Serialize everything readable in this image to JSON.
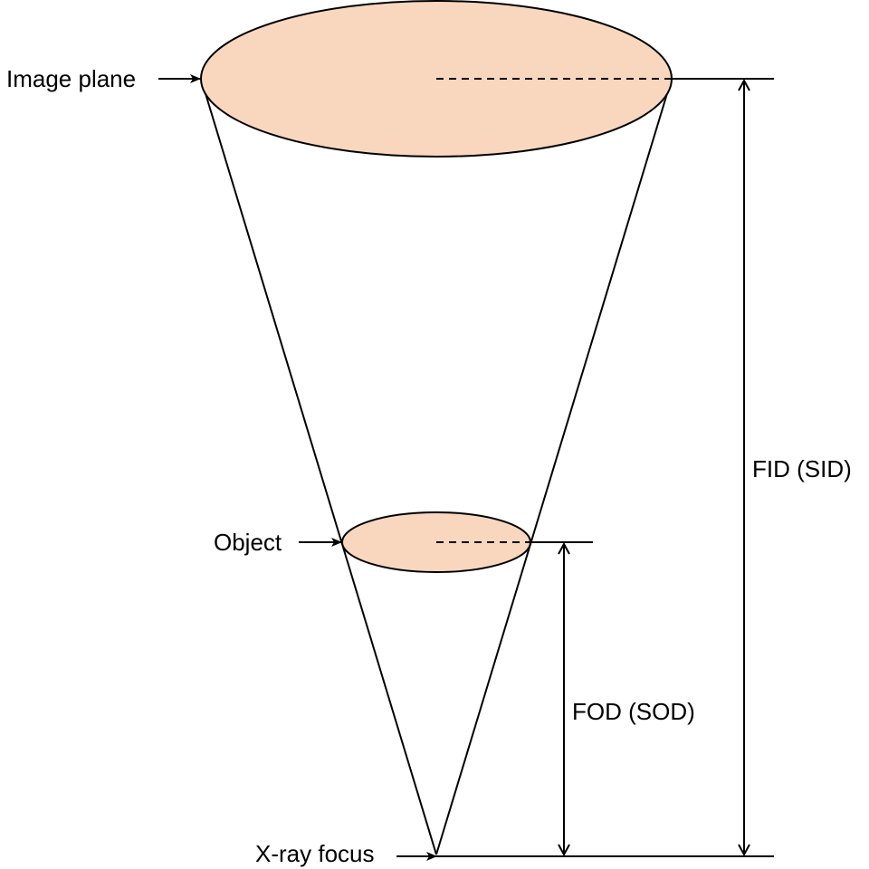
{
  "diagram": {
    "fill_color": "#f9d7bf",
    "stroke_color": "#000000",
    "labels": {
      "image_plane": "Image plane",
      "object": "Object",
      "xray_focus": "X-ray focus",
      "fid": "FID (SID)",
      "fod": "FOD (SOD)"
    }
  }
}
